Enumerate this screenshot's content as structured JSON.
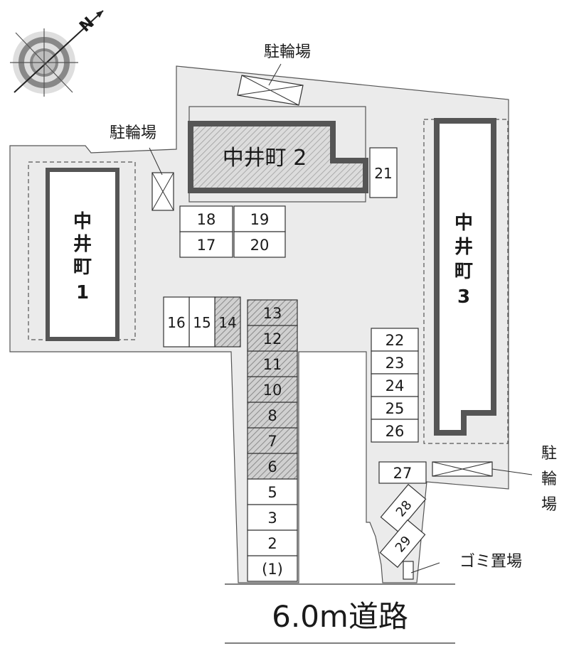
{
  "compass": {
    "north_label": "N"
  },
  "buildings": {
    "b1": {
      "name": "中井町",
      "number": "1"
    },
    "b2": {
      "name": "中井町 2"
    },
    "b3": {
      "name": "中井町",
      "number": "3"
    }
  },
  "bicycle_parking_label": "駐輪場",
  "garbage_label": "ゴミ置場",
  "road_label": "6.0m道路",
  "spaces": [
    "(1)",
    "2",
    "3",
    "5",
    "6",
    "7",
    "8",
    "10",
    "11",
    "12",
    "13",
    "14",
    "15",
    "16",
    "17",
    "18",
    "19",
    "20",
    "21",
    "22",
    "23",
    "24",
    "25",
    "26",
    "27",
    "28",
    "29"
  ],
  "occupied_spaces": [
    "6",
    "7",
    "8",
    "10",
    "11",
    "12",
    "13",
    "14"
  ]
}
